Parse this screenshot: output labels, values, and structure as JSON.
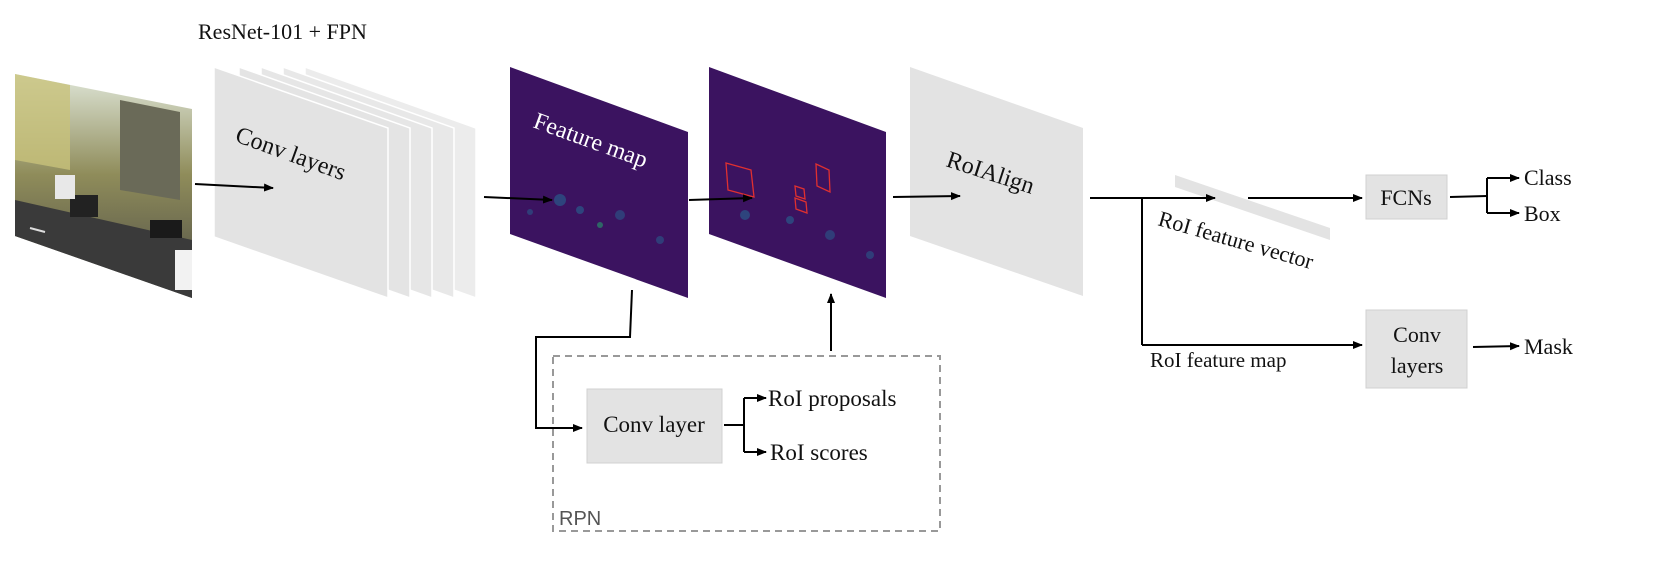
{
  "backbone_title": "ResNet-101 + FPN",
  "conv_layers": "Conv layers",
  "feature_map": "Feature map",
  "roi_align": "RoIAlign",
  "roi_feature_vector": "RoI feature vector",
  "roi_feature_map": "RoI feature map",
  "fcns": "FCNs",
  "class_label": "Class",
  "box_label": "Box",
  "conv_layers_head_line1": "Conv",
  "conv_layers_head_line2": "layers",
  "mask_label": "Mask",
  "rpn": {
    "label": "RPN",
    "conv_layer": "Conv layer",
    "roi_proposals": "RoI proposals",
    "roi_scores": "RoI scores"
  },
  "colors": {
    "block_gray": "#e3e3e3",
    "feature_map_bg": "#3b1360",
    "feature_blob": "#2a5a8a",
    "proposal_box": "#e03030",
    "dashed_border": "#999999"
  }
}
